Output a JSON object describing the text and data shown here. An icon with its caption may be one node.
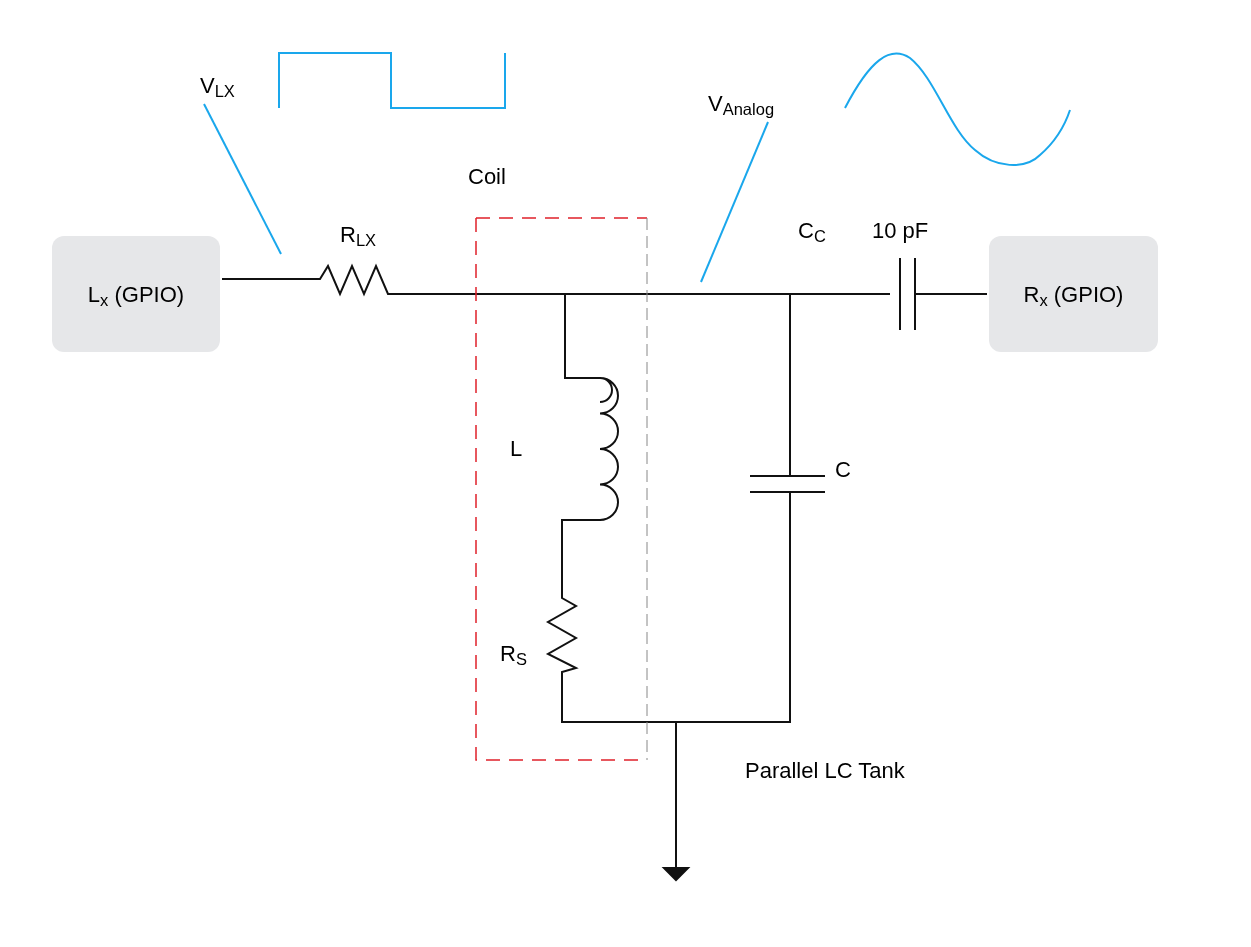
{
  "diagram": {
    "nodes": [
      {
        "text": [
          "L$_{x}$ (GPIO)"
        ]
      },
      {
        "text": [
          "R$_{x}$ (GPIO)"
        ]
      },
      {
        "text": [
          "Coil"
        ]
      },
      {
        "text": [
          "V$_{LX}$"
        ]
      },
      {
        "text": [
          "V$_{Analog}$"
        ]
      }
    ],
    "edges": [
      {
        "from": 3,
        "to": null,
        "arrow": "none"
      },
      {
        "from": 4,
        "to": null,
        "arrow": "none"
      }
    ],
    "labels": [
      "R$_{LX}$",
      "C$_{C}$",
      "10 pF",
      "L",
      "C",
      "R$_{S}$",
      "Parallel LC Tank"
    ]
  }
}
